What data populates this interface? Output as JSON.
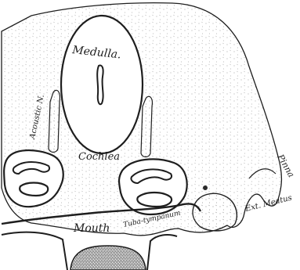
{
  "figure": {
    "labels": {
      "medulla": "Medulla.",
      "acoustic_nerve": "Acoustic N.",
      "cochlea": "Cochlea",
      "pinna": "Pinna",
      "ext_meatus": "Ext. Meatus",
      "mouth": "Mouth",
      "tuba_tympanum": "Tuba-tympanum"
    },
    "colors": {
      "ink": "#1e1e1e",
      "paper": "#ffffff",
      "stipple": "#8a8a8a"
    }
  }
}
